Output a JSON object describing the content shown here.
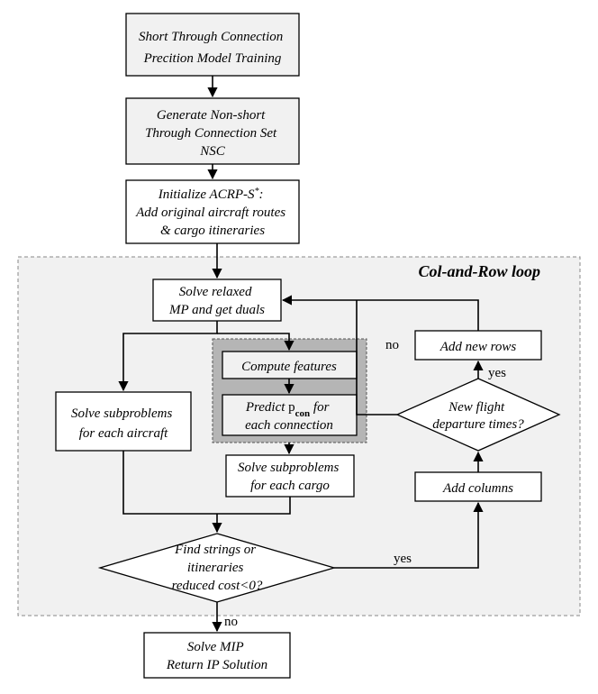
{
  "nodes": {
    "train": [
      "Short Through Connection",
      "Precition Model Training"
    ],
    "generate": [
      "Generate Non-short",
      "Through Connection Set",
      "NSC"
    ],
    "init": [
      "Initialize ACRP-S*:",
      "Add original aircraft routes",
      "& cargo itineraries"
    ],
    "solve_mp": [
      "Solve relaxed",
      "MP and get duals"
    ],
    "sub_aircraft": [
      "Solve subproblems",
      "for each aircraft"
    ],
    "compute_features": [
      "Compute features"
    ],
    "predict": [
      "Predict p_con for",
      "each connection"
    ],
    "sub_cargo": [
      "Solve subproblems",
      "for each cargo"
    ],
    "find_strings": [
      "Find strings or",
      "itineraries",
      "reduced cost<0?"
    ],
    "add_columns": [
      "Add columns"
    ],
    "new_flight": [
      "New flight",
      "departure times?"
    ],
    "add_rows": [
      "Add new rows"
    ],
    "solve_mip": [
      "Solve MIP",
      "Return IP Solution"
    ]
  },
  "loop_title": "Col-and-Row loop",
  "edge_labels": {
    "find_yes": "yes",
    "find_no": "no",
    "flight_yes": "yes",
    "flight_no": "no"
  }
}
